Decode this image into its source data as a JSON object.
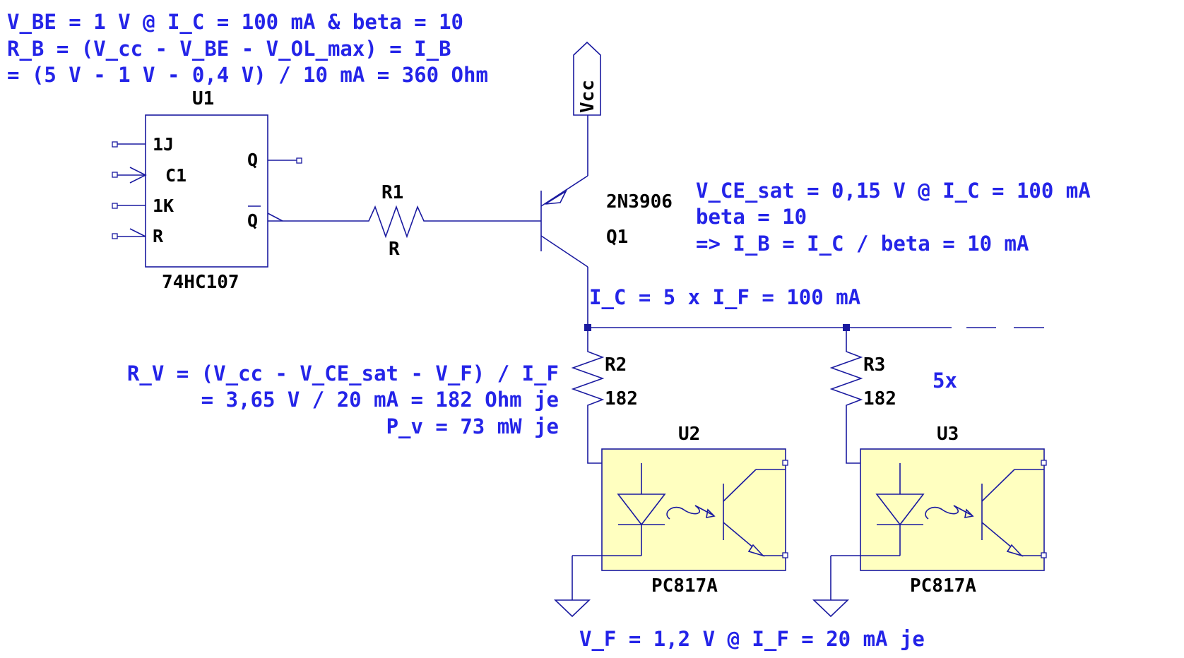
{
  "notes": {
    "base_line1": "V_BE = 1 V @ I_C = 100 mA & beta = 10",
    "base_line2": "R_B = (V_cc - V_BE - V_OL_max) = I_B",
    "base_line3": "= (5 V - 1 V - 0,4 V) / 10 mA = 360 Ohm",
    "vce_line1": "V_CE_sat = 0,15 V @ I_C = 100 mA",
    "vce_line2": "beta = 10",
    "vce_line3": "=> I_B = I_C / beta = 10 mA",
    "ic_line": "I_C = 5 x I_F = 100 mA",
    "rv_line1": "R_V = (V_cc - V_CE_sat - V_F) / I_F",
    "rv_line2": "= 3,65 V / 20 mA = 182 Ohm je",
    "rv_line3": "P_v = 73 mW je",
    "vf_line": "V_F = 1,2 V @ I_F = 20 mA je",
    "multiplier": "5x"
  },
  "components": {
    "u1": {
      "ref": "U1",
      "part": "74HC107",
      "pins": {
        "j": "1J",
        "c": "C1",
        "k": "1K",
        "r": "R",
        "q": "Q",
        "qbar": "Q"
      }
    },
    "r1": {
      "ref": "R1",
      "value": "R"
    },
    "q1": {
      "ref": "Q1",
      "part": "2N3906"
    },
    "vcc": {
      "label": "Vcc"
    },
    "r2": {
      "ref": "R2",
      "value": "182"
    },
    "r3": {
      "ref": "R3",
      "value": "182"
    },
    "u2": {
      "ref": "U2",
      "part": "PC817A"
    },
    "u3": {
      "ref": "U3",
      "part": "PC817A"
    }
  },
  "colors": {
    "wire": "#1a1aa0",
    "note_text": "#2424e8",
    "label_text": "#000000",
    "optocoupler_fill": "#ffffc0"
  }
}
